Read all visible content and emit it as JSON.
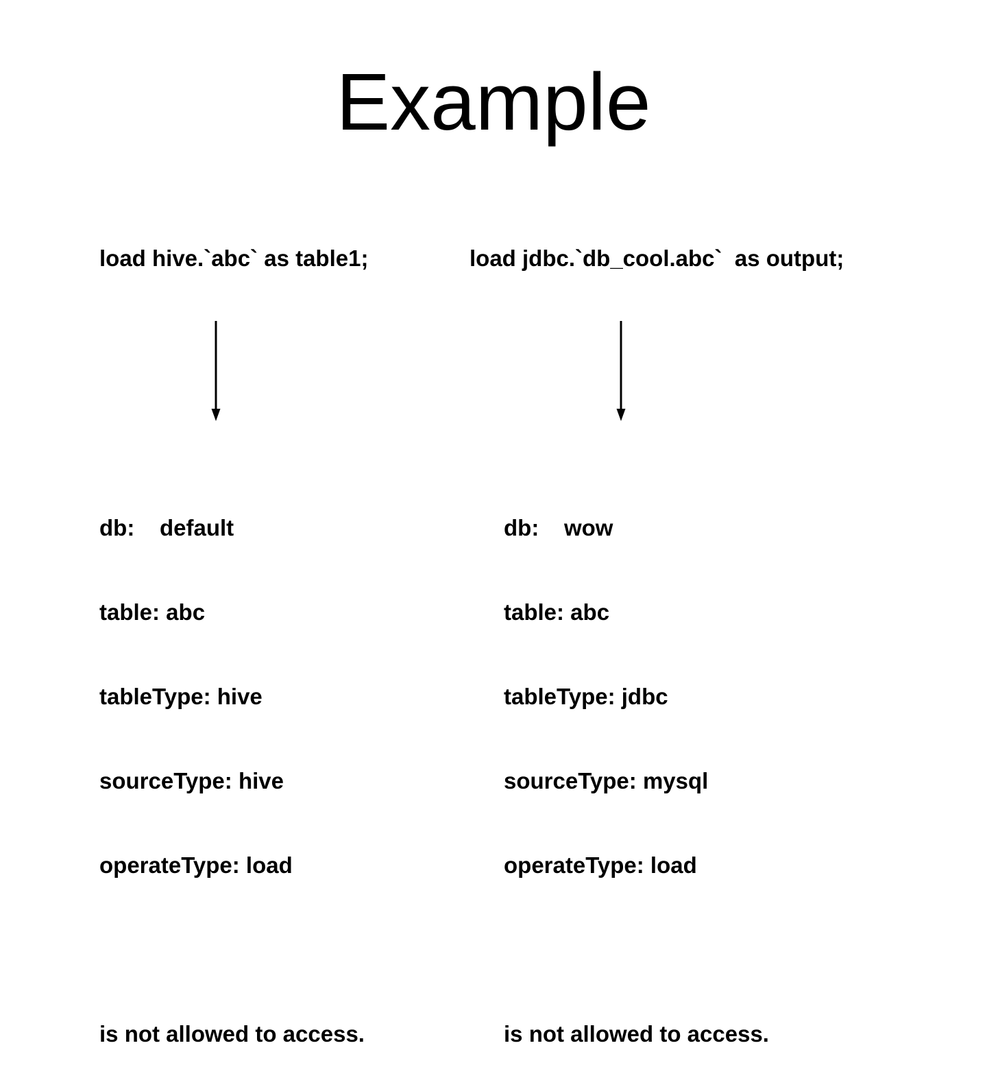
{
  "slide": {
    "title": "Example",
    "colors": {
      "text": "#000000",
      "background": "#ffffff"
    },
    "left": {
      "statement": "load hive.`abc` as table1;",
      "lines": [
        "db:    default",
        "table: abc",
        "tableType: hive",
        "sourceType: hive",
        "operateType: load"
      ],
      "note": "is not allowed to access."
    },
    "right": {
      "statement": "load jdbc.`db_cool.abc`  as output;",
      "lines": [
        "db:    wow",
        "table: abc",
        "tableType: jdbc",
        "sourceType: mysql",
        "operateType: load"
      ],
      "note": "is not allowed to access."
    }
  }
}
